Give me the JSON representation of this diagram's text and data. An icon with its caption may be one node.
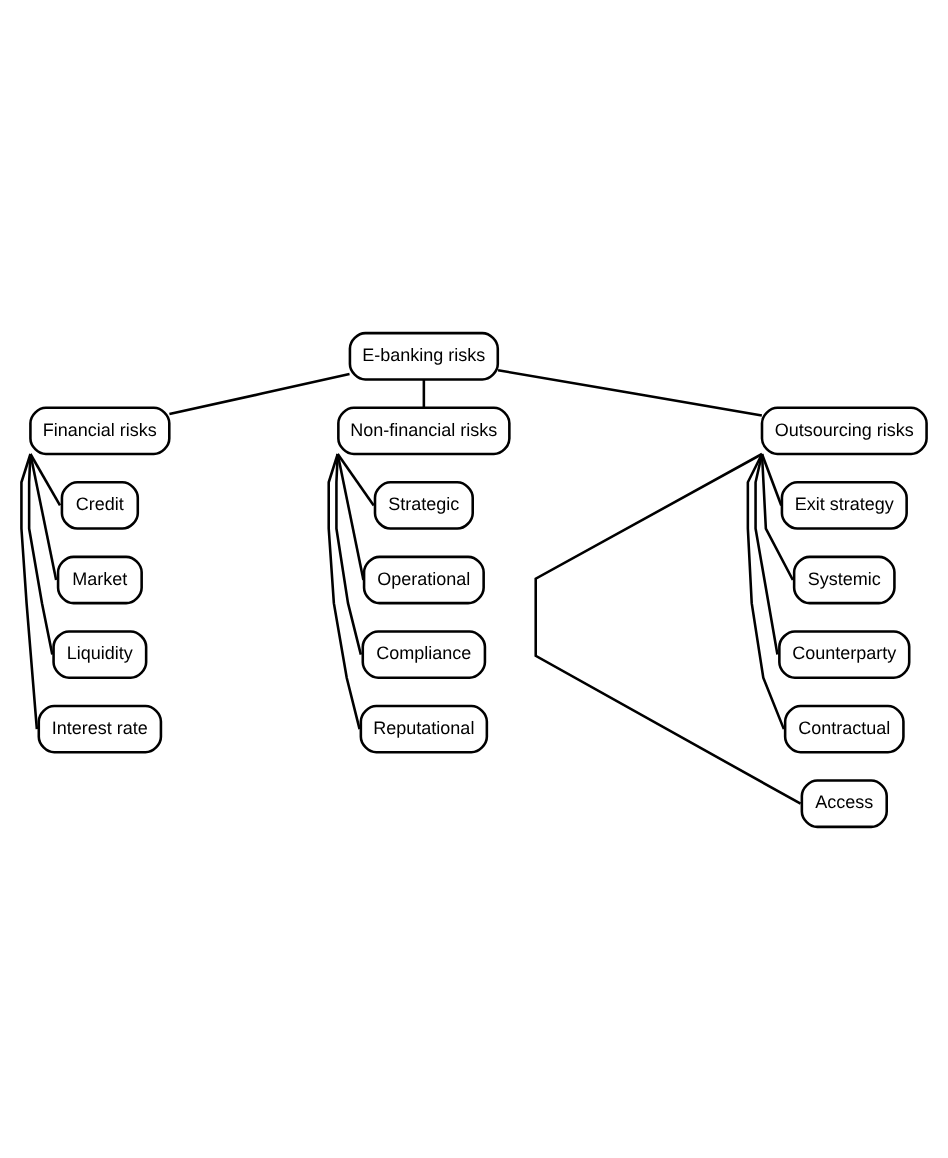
{
  "diagram": {
    "nodes": [
      {
        "text": [
          "E-banking risks"
        ]
      },
      {
        "text": [
          "Financial risks"
        ]
      },
      {
        "text": [
          "Non-financial risks"
        ]
      },
      {
        "text": [
          "Outsourcing risks"
        ]
      },
      {
        "text": [
          "Credit"
        ]
      },
      {
        "text": [
          "Market"
        ]
      },
      {
        "text": [
          "Liquidity"
        ]
      },
      {
        "text": [
          "Interest rate"
        ]
      },
      {
        "text": [
          "Strategic"
        ]
      },
      {
        "text": [
          "Operational"
        ]
      },
      {
        "text": [
          "Compliance"
        ]
      },
      {
        "text": [
          "Reputational"
        ]
      },
      {
        "text": [
          "Exit strategy"
        ]
      },
      {
        "text": [
          "Systemic"
        ]
      },
      {
        "text": [
          "Counterparty"
        ]
      },
      {
        "text": [
          "Contractual"
        ]
      },
      {
        "text": [
          "Access"
        ]
      }
    ],
    "edges": [
      {
        "from": 0,
        "to": 1,
        "arrow": "none"
      },
      {
        "from": 0,
        "to": 2,
        "arrow": "none"
      },
      {
        "from": 0,
        "to": 3,
        "arrow": "none"
      },
      {
        "from": 1,
        "to": 4,
        "arrow": "none"
      },
      {
        "from": 1,
        "to": 5,
        "arrow": "none"
      },
      {
        "from": 1,
        "to": 6,
        "arrow": "none"
      },
      {
        "from": 1,
        "to": 7,
        "arrow": "none"
      },
      {
        "from": 2,
        "to": 8,
        "arrow": "none"
      },
      {
        "from": 2,
        "to": 9,
        "arrow": "none"
      },
      {
        "from": 2,
        "to": 10,
        "arrow": "none"
      },
      {
        "from": 2,
        "to": 11,
        "arrow": "none"
      },
      {
        "from": 3,
        "to": 12,
        "arrow": "none"
      },
      {
        "from": 3,
        "to": 13,
        "arrow": "none"
      },
      {
        "from": 3,
        "to": 14,
        "arrow": "none"
      },
      {
        "from": 3,
        "to": 15,
        "arrow": "none"
      },
      {
        "from": 3,
        "to": 16,
        "arrow": "none"
      }
    ]
  }
}
